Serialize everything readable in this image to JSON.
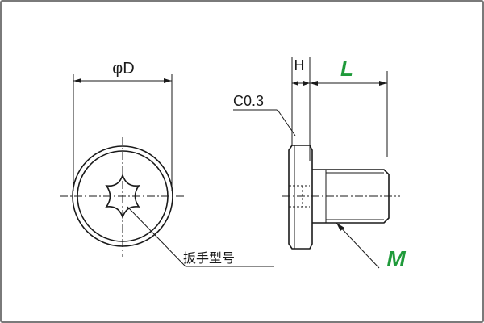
{
  "labels": {
    "diameter": "φD",
    "head_height": "H",
    "length": "L",
    "chamfer": "C0.3",
    "thread": "M",
    "wrench_type": "扳手型号"
  },
  "colors": {
    "accent_green": "#1f9a3a",
    "line": "#1a1a1a",
    "frame": "#7a7a7a"
  }
}
